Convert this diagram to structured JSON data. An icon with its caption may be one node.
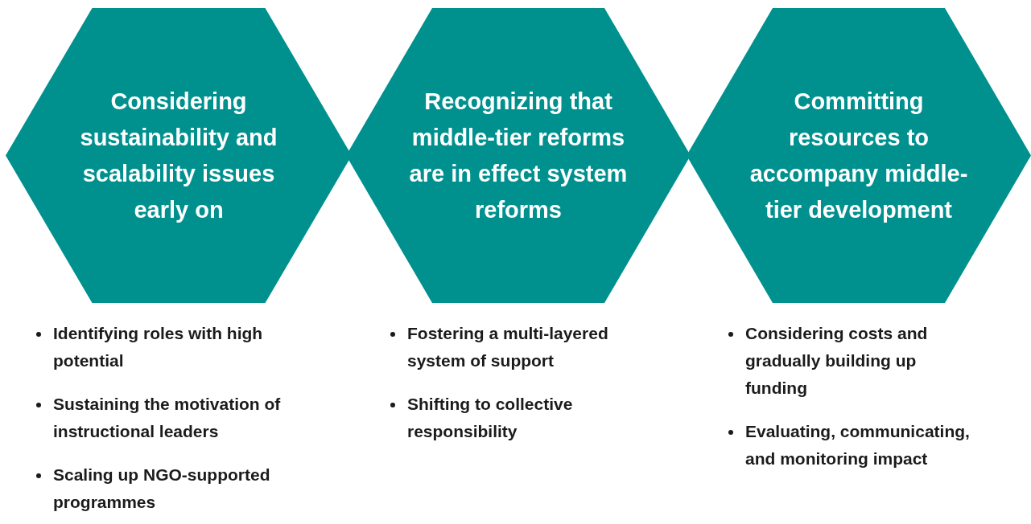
{
  "diagram": {
    "nodes": [
      {
        "text": [
          "Considering sustainability and scalability issues early on"
        ],
        "beside": [
          "Identifying roles with high potential",
          "Sustaining the motivation of instructional leaders",
          "Scaling up NGO-supported programmes"
        ]
      },
      {
        "text": [
          "Recognizing that middle-tier reforms are in effect system reforms"
        ],
        "beside": [
          "Fostering a multi-layered system of support",
          "Shifting to collective responsibility"
        ]
      },
      {
        "text": [
          "Committing resources to accompany middle-tier development"
        ],
        "beside": [
          "Considering costs and gradually building up funding",
          "Evaluating, communicating, and monitoring impact"
        ]
      }
    ]
  }
}
